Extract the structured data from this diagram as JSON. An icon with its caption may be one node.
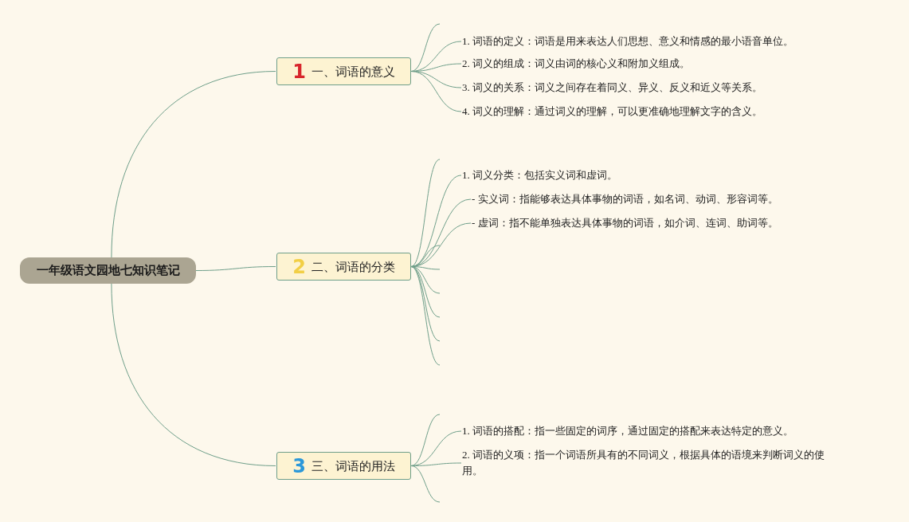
{
  "diagram": {
    "nodes": [
      {
        "text": [
          "一年级语文园地七知识笔记"
        ]
      },
      {
        "text": [
          "1",
          "一、词语的意义"
        ]
      },
      {
        "text": [
          "1. 词语的定义：词语是用来表达人们思想、意义和情感的最小语音单位。"
        ]
      },
      {
        "text": [
          "2. 词义的组成：词义由词的核心义和附加义组成。"
        ]
      },
      {
        "text": [
          "3. 词义的关系：词义之间存在着同义、异义、反义和近义等关系。"
        ]
      },
      {
        "text": [
          "4. 词义的理解：通过词义的理解，可以更准确地理解文字的含义。"
        ]
      },
      {
        "text": [
          "2",
          "二、词语的分类"
        ]
      },
      {
        "text": [
          "1. 词义分类：包括实义词和虚词。"
        ]
      },
      {
        "text": [
          "- 实义词：指能够表达具体事物的词语，如名词、动词、形容词等。"
        ]
      },
      {
        "text": [
          "- 虚词：指不能单独表达具体事物的词语，如介词、连词、助词等。"
        ]
      },
      {
        "text": [
          "3",
          "三、词语的用法"
        ]
      },
      {
        "text": [
          "1. 词语的搭配：指一些固定的词序，通过固定的搭配来表达特定的意义。"
        ]
      },
      {
        "text": [
          "2. 词语的义项：指一个词语所具有的不同词义，根据具体的语境来判断词义的使用。"
        ]
      }
    ],
    "edges": [
      {
        "from": 0,
        "to": 1,
        "arrow": "none"
      },
      {
        "from": 0,
        "to": 6,
        "arrow": "none"
      },
      {
        "from": 0,
        "to": 10,
        "arrow": "none"
      },
      {
        "from": 1,
        "to": null,
        "arrow": "none"
      },
      {
        "from": 1,
        "to": 2,
        "arrow": "none"
      },
      {
        "from": 1,
        "to": 3,
        "arrow": "none"
      },
      {
        "from": 1,
        "to": 4,
        "arrow": "none"
      },
      {
        "from": 1,
        "to": 5,
        "arrow": "none"
      },
      {
        "from": 6,
        "to": null,
        "arrow": "none"
      },
      {
        "from": 6,
        "to": 7,
        "arrow": "none"
      },
      {
        "from": 6,
        "to": 8,
        "arrow": "none"
      },
      {
        "from": 6,
        "to": 9,
        "arrow": "none"
      },
      {
        "from": 6,
        "to": null,
        "arrow": "none"
      },
      {
        "from": 6,
        "to": null,
        "arrow": "none"
      },
      {
        "from": 6,
        "to": null,
        "arrow": "none"
      },
      {
        "from": 6,
        "to": null,
        "arrow": "none"
      },
      {
        "from": 6,
        "to": null,
        "arrow": "none"
      },
      {
        "from": 6,
        "to": null,
        "arrow": "none"
      },
      {
        "from": 10,
        "to": null,
        "arrow": "none"
      },
      {
        "from": 10,
        "to": 11,
        "arrow": "none"
      },
      {
        "from": 10,
        "to": 12,
        "arrow": "none"
      },
      {
        "from": 10,
        "to": null,
        "arrow": "none"
      }
    ]
  }
}
